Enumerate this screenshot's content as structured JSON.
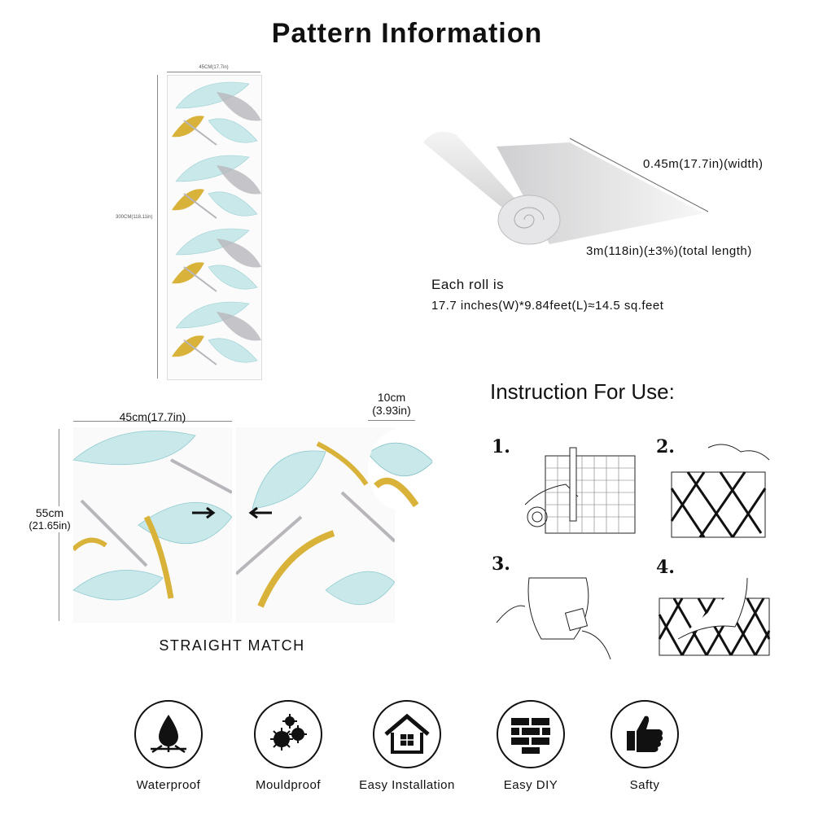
{
  "title": "Pattern Information",
  "strip": {
    "width_label": "45CM(17.7in)",
    "height_label": "300CM(118.11in)"
  },
  "roll": {
    "width_label": "0.45m(17.7in)(width)",
    "length_label": "3m(118in)(±3%)(total length)",
    "line1": "Each roll is",
    "line2": "17.7 inches(W)*9.84feet(L)≈14.5 sq.feet"
  },
  "match": {
    "width_label": "45cm(17.7in)",
    "height_label_1": "55cm",
    "height_label_2": "(21.65in)",
    "zoom_label_1": "10cm",
    "zoom_label_2": "(3.93in)",
    "caption": "STRAIGHT MATCH"
  },
  "instructions": {
    "title": "Instruction For Use:",
    "steps": [
      "1.",
      "2.",
      "3.",
      "4."
    ]
  },
  "features": [
    {
      "label": "Waterproof",
      "icon": "water-drop-icon"
    },
    {
      "label": "Mouldproof",
      "icon": "mould-spores-icon"
    },
    {
      "label": "Easy Installation",
      "icon": "house-icon"
    },
    {
      "label": "Easy DIY",
      "icon": "brick-wall-icon"
    },
    {
      "label": "Safty",
      "icon": "thumbs-up-icon"
    }
  ],
  "colors": {
    "leaf_teal": "#c9e8ea",
    "leaf_gray": "#b8b6bb",
    "leaf_gold": "#d9b23a",
    "ink": "#111111"
  }
}
